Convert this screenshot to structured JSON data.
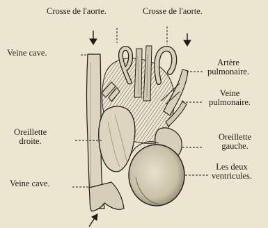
{
  "labels": {
    "crosse_aorte_left": "Crosse de l'aorte.",
    "crosse_aorte_right": "Crosse de l'aorte.",
    "veine_cave_top": "Veine cave.",
    "artere_pulmonaire": [
      "Artère",
      "pulmonaire."
    ],
    "veine_pulmonaire": [
      "Veine",
      "pulmonaire."
    ],
    "oreillette_droite": [
      "Oreillette",
      "droite."
    ],
    "oreillette_gauche": [
      "Oreillette",
      "gauche."
    ],
    "les_deux_ventricules": [
      "Les deux",
      "ventricules."
    ],
    "veine_cave_bottom": "Veine cave."
  },
  "colors": {
    "paper": "#ece6d0",
    "ink": "#1e1a14",
    "tissue": "#d9d1bb",
    "shade": "#8f8672"
  }
}
